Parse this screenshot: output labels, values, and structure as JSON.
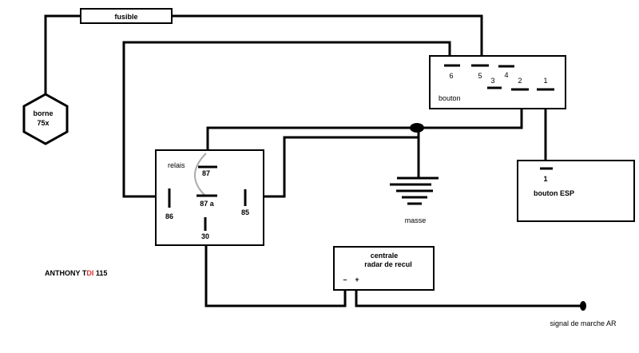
{
  "fuse": {
    "label": "fusible"
  },
  "terminal": {
    "line1": "borne",
    "line2": "75x"
  },
  "switch": {
    "label": "bouton",
    "pins": {
      "p6": "6",
      "p5": "5",
      "p4": "4",
      "p3": "3",
      "p2": "2",
      "p1": "1"
    }
  },
  "relay": {
    "label": "relais",
    "pins": {
      "p87": "87",
      "p87a": "87 a",
      "p86": "86",
      "p85": "85",
      "p30": "30"
    }
  },
  "ground": {
    "label": "masse"
  },
  "esp_button": {
    "pin": "1",
    "label": "bouton ESP"
  },
  "radar": {
    "line1": "centrale",
    "line2": "radar de recul",
    "minus": "–",
    "plus": "+"
  },
  "reverse_signal": {
    "label": "signal de marche AR"
  },
  "author": {
    "part1": "ANTHONY T",
    "part2": "DI",
    "part3": " 115",
    "accent": "#e03030"
  }
}
